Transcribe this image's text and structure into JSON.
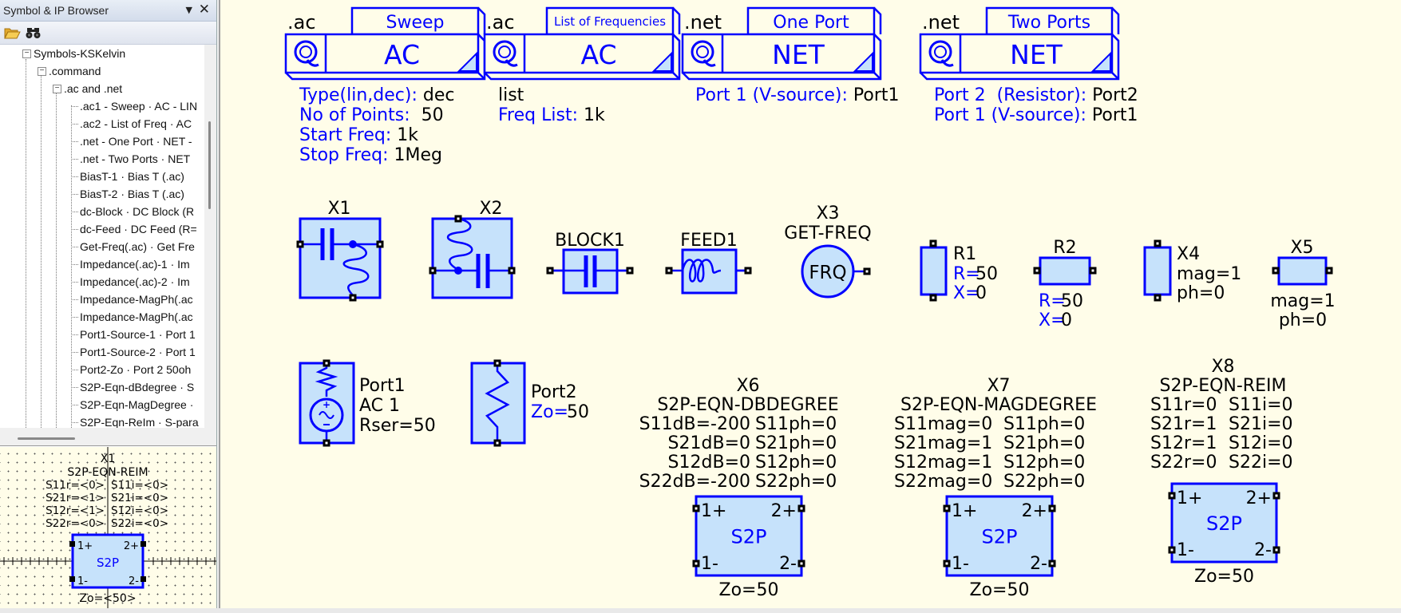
{
  "panel": {
    "title": "Symbol & IP Browser",
    "dropdown_icon": "triangle-down",
    "close_icon": "x",
    "tools": [
      {
        "name": "open-folder-icon"
      },
      {
        "name": "binoculars-find-icon"
      }
    ]
  },
  "tree": {
    "root": "Symbols-KSKelvin",
    "command": ".command",
    "group": ".ac and .net",
    "items": [
      ".ac1 - Sweep · AC - LIN",
      ".ac2 - List of Freq · AC",
      ".net - One Port · NET -",
      ".net - Two Ports · NET",
      "BiasT-1 · Bias T (.ac)",
      "BiasT-2 · Bias T (.ac)",
      "dc-Block · DC Block (R",
      "dc-Feed · DC Feed (R=",
      "Get-Freq(.ac) · Get Fre",
      "Impedance(.ac)-1 · Im",
      "Impedance(.ac)-2 · Im",
      "Impedance-MagPh(.ac",
      "Impedance-MagPh(.ac",
      "Port1-Source-1 · Port 1",
      "Port1-Source-2 · Port 1",
      "Port2-Zo · Port 2 50oh",
      "S2P-Eqn-dBdegree · S",
      "S2P-Eqn-MagDegree ·",
      "S2P-Eqn-ReIm · S-para"
    ]
  },
  "preview": {
    "inst": "X1",
    "model": "S2P-EQN-REIM",
    "params_left": [
      "S11r=<0>",
      "S21r=<1>",
      "S12r=<1>",
      "S22r=<0>"
    ],
    "params_right": [
      "S11i=<0>",
      "S21i=<0>",
      "S12i=<0>",
      "S22i=<0>"
    ],
    "body": "S2P",
    "pins": {
      "p1p": "1+",
      "p2p": "2+",
      "p1m": "1-",
      "p2m": "2-"
    },
    "zo": "Zo=<50>"
  },
  "colors": {
    "canvas_bg": "#fffde9",
    "wire_blue": "#0000ff",
    "fill_light_blue": "#c6e2fb",
    "text_black": "#000000",
    "pin_black": "#000000"
  },
  "commands": [
    {
      "prefix": ".ac",
      "tab": "Sweep",
      "body": "AC",
      "icon": "spice-q-icon",
      "params": [
        {
          "label": "Type(lin,dec):",
          "value": " dec"
        },
        {
          "label": "No of Points:",
          "value": "  50"
        },
        {
          "label": "Start Freq:",
          "value": " 1k"
        },
        {
          "label": "Stop Freq:",
          "value": " 1Meg"
        }
      ]
    },
    {
      "prefix": ".ac",
      "tab": "List of Frequencies",
      "body": "AC",
      "icon": "spice-q-icon",
      "params": [
        {
          "label": "",
          "value": "list"
        },
        {
          "label": "Freq List:",
          "value": " 1k"
        }
      ]
    },
    {
      "prefix": ".net",
      "tab": "One Port",
      "body": "NET",
      "icon": "spice-q-icon",
      "params": [
        {
          "label": "Port 1 (V-source):",
          "value": " Port1"
        }
      ]
    },
    {
      "prefix": ".net",
      "tab": "Two Ports",
      "body": "NET",
      "icon": "spice-q-icon",
      "params": [
        {
          "label": "Port 2  (Resistor):",
          "value": " Port2"
        },
        {
          "label": "Port 1 (V-source):",
          "value": " Port1"
        }
      ]
    }
  ],
  "components": {
    "x1": {
      "name": "X1"
    },
    "x2": {
      "name": "X2"
    },
    "block1": {
      "name": "BLOCK1"
    },
    "feed1": {
      "name": "FEED1"
    },
    "x3": {
      "name": "X3",
      "model": "GET-FREQ",
      "body": "FRQ"
    },
    "r1": {
      "name": "R1",
      "r_label": "R=",
      "r_value": "50",
      "x_label": "X=",
      "x_value": "0"
    },
    "r2": {
      "name": "R2",
      "r_label": "R=",
      "r_value": "50",
      "x_label": "X=",
      "x_value": "0"
    },
    "x4": {
      "name": "X4",
      "mag": "mag=1",
      "ph": "ph=0"
    },
    "x5": {
      "name": "X5",
      "mag": "mag=1",
      "ph": "ph=0"
    },
    "port1": {
      "name": "Port1",
      "line2": "AC 1",
      "line3": "Rser=50"
    },
    "port2": {
      "name": "Port2",
      "zo_label": "Zo=",
      "zo_value": "50"
    },
    "x6": {
      "name": "X6",
      "model": "S2P-EQN-DBDEGREE",
      "rows": [
        [
          "S11dB=-200",
          "S11ph=0"
        ],
        [
          "S21dB=0",
          "S21ph=0"
        ],
        [
          "S12dB=0",
          "S12ph=0"
        ],
        [
          "S22dB=-200",
          "S22ph=0"
        ]
      ],
      "body": "S2P",
      "zo": "Zo=50"
    },
    "x7": {
      "name": "X7",
      "model": "S2P-EQN-MAGDEGREE",
      "rows": [
        [
          "S11mag=0",
          "S11ph=0"
        ],
        [
          "S21mag=1",
          "S21ph=0"
        ],
        [
          "S12mag=1",
          "S12ph=0"
        ],
        [
          "S22mag=0",
          "S22ph=0"
        ]
      ],
      "body": "S2P",
      "zo": "Zo=50"
    },
    "x8": {
      "name": "X8",
      "model": "S2P-EQN-REIM",
      "rows": [
        [
          "S11r=0",
          "S11i=0"
        ],
        [
          "S21r=1",
          "S21i=0"
        ],
        [
          "S12r=1",
          "S12i=0"
        ],
        [
          "S22r=0",
          "S22i=0"
        ]
      ],
      "body": "S2P",
      "zo": "Zo=50"
    },
    "pins": {
      "p1p": "1+",
      "p2p": "2+",
      "p1m": "1-",
      "p2m": "2-"
    }
  }
}
